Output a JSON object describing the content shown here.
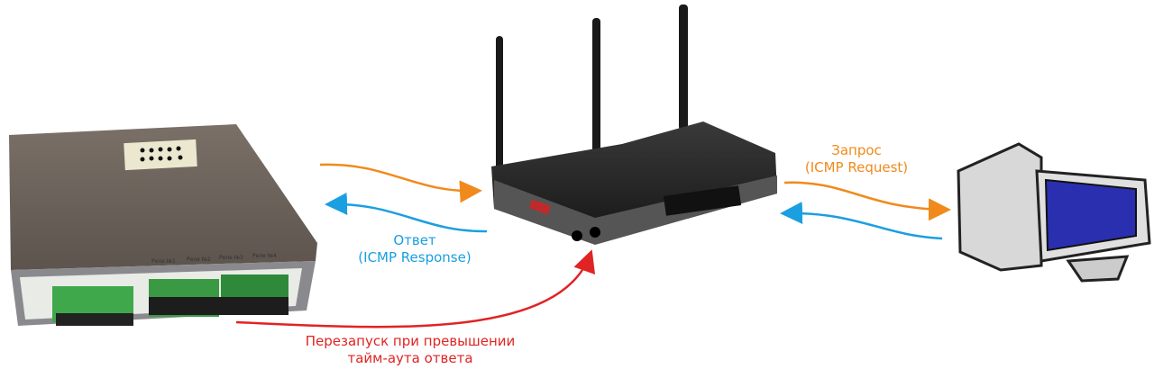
{
  "labels": {
    "request_line1": "Запрос",
    "request_line2": "(ICMP Request)",
    "response_line1": "Ответ",
    "response_line2": "(ICMP Response)",
    "restart_line1": "Перезапуск при превышении",
    "restart_line2": "тайм-аута ответа"
  },
  "device": {
    "relays": [
      "Реле №1",
      "Реле №2",
      "Реле №3",
      "Реле №4"
    ]
  },
  "colors": {
    "request": "#f08a1c",
    "response": "#1a9fe0",
    "restart": "#e02424"
  }
}
